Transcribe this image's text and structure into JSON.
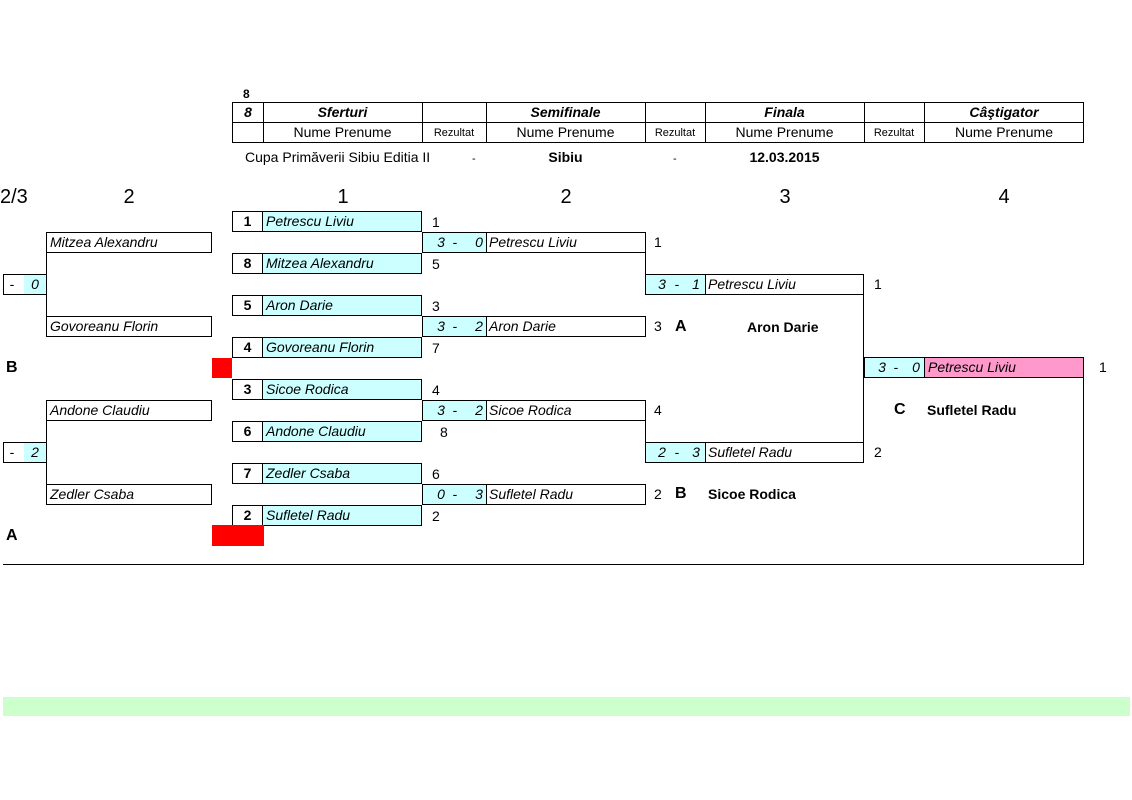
{
  "header": {
    "small_number": "8",
    "row1": [
      "8",
      "Sferturi",
      "",
      "Semifinale",
      "",
      "Finala",
      "",
      "Câştigator"
    ],
    "row2": [
      "",
      "Nume Prenume",
      "Rezultat",
      "Nume Prenume",
      "Rezultat",
      "Nume Prenume",
      "Rezultat",
      "Nume Prenume"
    ],
    "tournament": "Cupa Primăverii Sibiu Editia II",
    "dash1": "-",
    "city": "Sibiu",
    "dash2": "-",
    "date": "12.03.2015"
  },
  "round_labels": [
    "2/3",
    "2",
    "1",
    "2",
    "3",
    "4"
  ],
  "quarterfinals": [
    {
      "seed": "1",
      "name": "Petrescu Liviu",
      "rank": "1"
    },
    {
      "seed": "8",
      "name": "Mitzea Alexandru",
      "rank": "5"
    },
    {
      "seed": "5",
      "name": "Aron Darie",
      "rank": "3"
    },
    {
      "seed": "4",
      "name": "Govoreanu Florin",
      "rank": "7"
    },
    {
      "seed": "3",
      "name": "Sicoe Rodica",
      "rank": "4"
    },
    {
      "seed": "6",
      "name": "Andone Claudiu",
      "rank": "8"
    },
    {
      "seed": "7",
      "name": "Zedler Csaba",
      "rank": "6"
    },
    {
      "seed": "2",
      "name": "Sufletel Radu",
      "rank": "2"
    }
  ],
  "semifinals": [
    {
      "s1": "3",
      "dash": "-",
      "s2": "0",
      "name": "Petrescu Liviu",
      "rank": "1"
    },
    {
      "s1": "3",
      "dash": "-",
      "s2": "2",
      "name": "Aron Darie",
      "rank": "3"
    },
    {
      "s1": "3",
      "dash": "-",
      "s2": "2",
      "name": "Sicoe Rodica",
      "rank": "4"
    },
    {
      "s1": "0",
      "dash": "-",
      "s2": "3",
      "name": "Sufletel Radu",
      "rank": "2"
    }
  ],
  "finals": [
    {
      "s1": "3",
      "dash": "-",
      "s2": "1",
      "name": "Petrescu Liviu",
      "rank": "1"
    },
    {
      "s1": "2",
      "dash": "-",
      "s2": "3",
      "name": "Sufletel Radu",
      "rank": "2"
    }
  ],
  "winner": {
    "s1": "3",
    "dash": "-",
    "s2": "0",
    "name": "Petrescu Liviu",
    "rank": "1"
  },
  "consolation_names": [
    "Mitzea Alexandru",
    "Govoreanu Florin",
    "Andone Claudiu",
    "Zedler Csaba"
  ],
  "consolation_scores": [
    {
      "dash": "-",
      "score": "0"
    },
    {
      "dash": "-",
      "score": "2"
    }
  ],
  "side_letters": {
    "B_left": "B",
    "A_left": "A",
    "A_mid": "A",
    "A_mid_name": "Aron Darie",
    "B_mid": "B",
    "B_mid_name": "Sicoe Rodica",
    "C_right": "C",
    "C_right_name": "Sufletel Radu"
  },
  "colors": {
    "cyan": "#ccffff",
    "pink": "#ff99cc",
    "red": "#ff0000",
    "green_band": "#ccffcc"
  }
}
